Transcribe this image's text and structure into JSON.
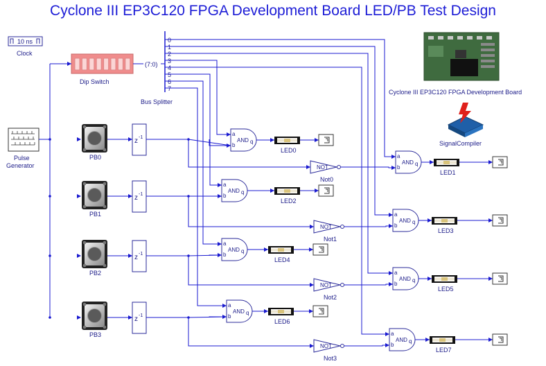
{
  "title": "Cyclone III EP3C120 FPGA Development Board LED/PB Test Design",
  "clock": {
    "label": "Clock",
    "value": "10 ns"
  },
  "dip_switch": {
    "label": "Dip Switch"
  },
  "bus": {
    "port_label": "(7:0)",
    "label": "Bus Splitter",
    "bits": [
      "0",
      "1",
      "2",
      "3",
      "4",
      "5",
      "6",
      "7"
    ]
  },
  "pulse_generator": {
    "label_line1": "Pulse",
    "label_line2": "Generator"
  },
  "pushbuttons": [
    "PB0",
    "PB1",
    "PB2",
    "PB3"
  ],
  "delay_label": "z",
  "delay_exponent": "-1",
  "and_gate": {
    "a": "a",
    "b": "b",
    "op": "AND",
    "q": "q"
  },
  "not_gate_label": "NOT",
  "nots": [
    "Not0",
    "Not1",
    "Not2",
    "Not3"
  ],
  "leds": [
    "LED0",
    "LED1",
    "LED2",
    "LED3",
    "LED4",
    "LED5",
    "LED6",
    "LED7"
  ],
  "board": {
    "label": "Cyclone III EP3C120 FPGA Development Board"
  },
  "signal_compiler": {
    "label": "SignalCompiler"
  },
  "colors": {
    "wire": "#1a1ad0",
    "title": "#1c1cd6",
    "dip": "#f08c8c",
    "board": "#3f6b3f",
    "sc_red": "#e0201c",
    "sc_blue": "#1f5fa8"
  }
}
